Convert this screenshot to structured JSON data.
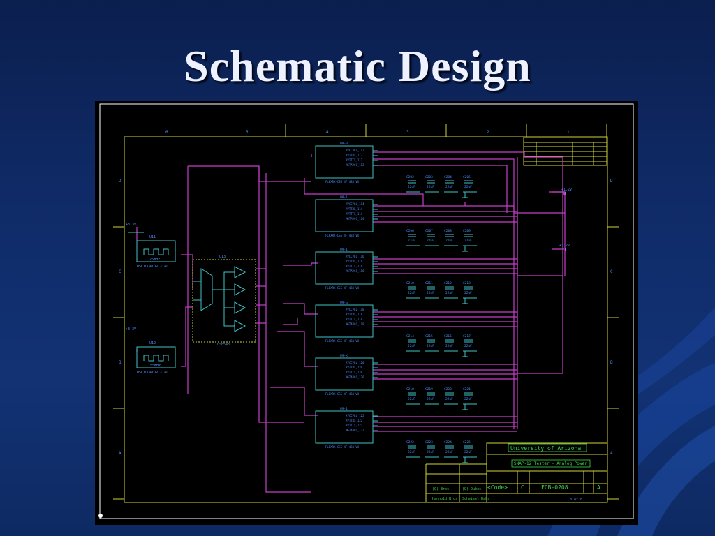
{
  "slide": {
    "title": "Schematic Design"
  },
  "schematic": {
    "zone_columns": [
      "6",
      "5",
      "4",
      "3",
      "2",
      "1"
    ],
    "zone_rows": [
      "D",
      "C",
      "B",
      "A"
    ],
    "oscillators": [
      {
        "ref": "U11",
        "freq": "25MHz",
        "label": "OSCILLATOR XTAL"
      },
      {
        "ref": "U12",
        "freq": "155MHz",
        "label": "OSCILLATOR XTAL"
      }
    ],
    "power_label_left": "+3.3V",
    "buffer": {
      "ref": "U13",
      "part": "ICS8543"
    },
    "fpga_part": "FLEXRX-CSS 4F 484 VX",
    "fpga_banks": [
      {
        "ref": "U9-B",
        "pins": [
          "AVCCPLL_112",
          "AVTTRX_112",
          "AVTTTX_112",
          "MGTAVCC_112"
        ]
      },
      {
        "ref": "U9-1",
        "pins": [
          "AVCCPLL_114",
          "AVTTRX_114",
          "AVTTTX_114",
          "MGTAVCC_114"
        ]
      },
      {
        "ref": "U9-1",
        "pins": [
          "AVCCPLL_116",
          "AVTTRX_116",
          "AVTTTX_116",
          "MGTAVCC_116"
        ]
      },
      {
        "ref": "U9-G",
        "pins": [
          "AVCCPLL_118",
          "AVTTRX_118",
          "AVTTTX_118",
          "MGTAVCC_118"
        ]
      },
      {
        "ref": "U9-K",
        "pins": [
          "AVCCPLL_120",
          "AVTTRX_120",
          "AVTTTX_120",
          "MGTAVCC_120"
        ]
      },
      {
        "ref": "U9-1",
        "pins": [
          "AVCCPLL_122",
          "AVTTRX_122",
          "AVTTTX_122",
          "MGTAVCC_122"
        ]
      }
    ],
    "cap_rows": [
      [
        "C202",
        "C203",
        "C204",
        "C205"
      ],
      [
        "C206",
        "C207",
        "C208",
        "C209"
      ],
      [
        "C210",
        "C211",
        "C212",
        "C213"
      ],
      [
        "C214",
        "C215",
        "C216",
        "C217"
      ],
      [
        "C218",
        "C219",
        "C220",
        "C221"
      ],
      [
        "C222",
        "C223",
        "C224",
        "C225"
      ]
    ],
    "cap_value": "22uF",
    "power_label_right": "+1.2V",
    "title_block": {
      "organization": "University of Arizona",
      "title": "SNAP-12 Tester - Analog Power",
      "code": "<Code>",
      "size": "C",
      "doc_number": "FCB-0208",
      "rev": "A",
      "sheet_text": "8 of 8",
      "engineer": "Hannold Bros",
      "drawn_by": "(Q) Bros",
      "checked": "(Q) Dubes",
      "approved": "Scheisel Dahs"
    }
  },
  "colors": {
    "schematic_bg": "#000000",
    "wire_magenta": "#c23fc6",
    "component_cyan": "#3fc4c8",
    "border_yellow": "#d2d23c",
    "text_blue": "#4a8cff",
    "white_frame": "#ffffff"
  }
}
